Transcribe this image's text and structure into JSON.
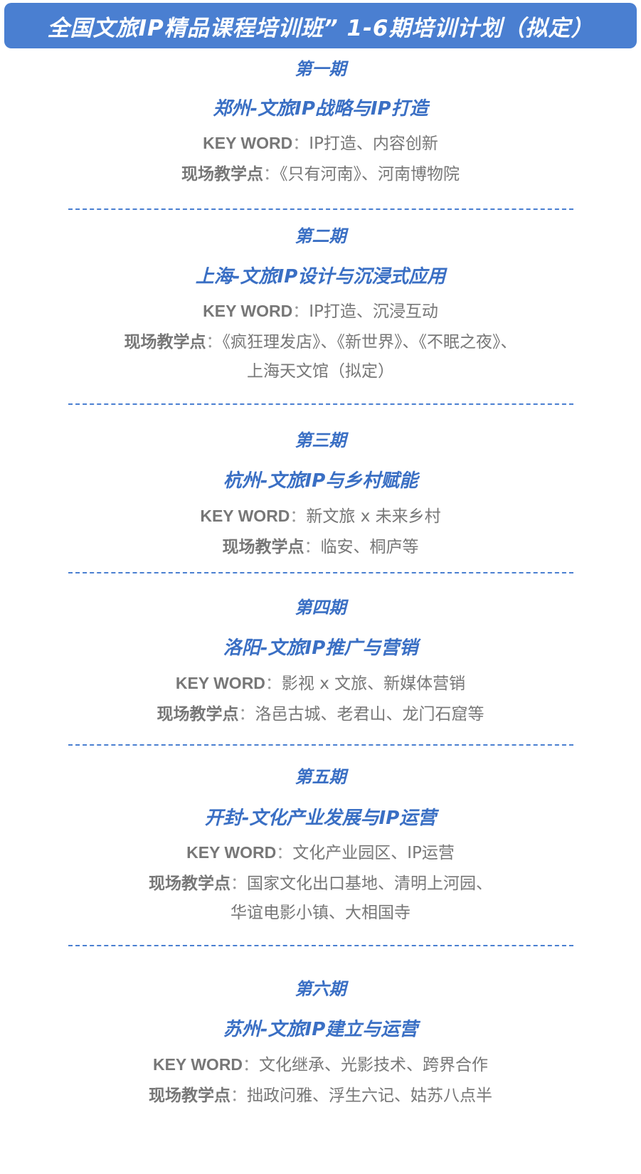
{
  "header": {
    "title": "全国文旅IP精品课程培训班” 1-6期培训计划（拟定）"
  },
  "sessions": [
    {
      "period": "第一期",
      "course": "郑州-文旅IP战略与IP打造",
      "keyword_label": "KEY WORD",
      "keyword_value": "IP打造、内容创新",
      "site_label": "现场教学点",
      "site_value_1": "《只有河南》、河南博物院",
      "site_value_2": ""
    },
    {
      "period": "第二期",
      "course": "上海-文旅IP设计与沉浸式应用",
      "keyword_label": "KEY WORD",
      "keyword_value": "IP打造、沉浸互动",
      "site_label": "现场教学点",
      "site_value_1": "《疯狂理发店》、《新世界》、《不眠之夜》、",
      "site_value_2": "上海天文馆（拟定）"
    },
    {
      "period": "第三期",
      "course": "杭州-文旅IP与乡村赋能",
      "keyword_label": "KEY WORD",
      "keyword_value": "新文旅 x 未来乡村",
      "site_label": "现场教学点",
      "site_value_1": "临安、桐庐等",
      "site_value_2": ""
    },
    {
      "period": "第四期",
      "course": "洛阳-文旅IP推广与营销",
      "keyword_label": "KEY WORD",
      "keyword_value": "影视 x 文旅、新媒体营销",
      "site_label": "现场教学点",
      "site_value_1": "洛邑古城、老君山、龙门石窟等",
      "site_value_2": ""
    },
    {
      "period": "第五期",
      "course": "开封-文化产业发展与IP运营",
      "keyword_label": "KEY WORD",
      "keyword_value": "文化产业园区、IP运营",
      "site_label": "现场教学点",
      "site_value_1": "国家文化出口基地、清明上河园、",
      "site_value_2": "华谊电影小镇、大相国寺"
    },
    {
      "period": "第六期",
      "course": "苏州-文旅IP建立与运营",
      "keyword_label": "KEY WORD",
      "keyword_value": "文化继承、光影技术、跨界合作",
      "site_label": "现场教学点",
      "site_value_1": "拙政问雅、浮生六记、姑苏八点半",
      "site_value_2": ""
    }
  ]
}
